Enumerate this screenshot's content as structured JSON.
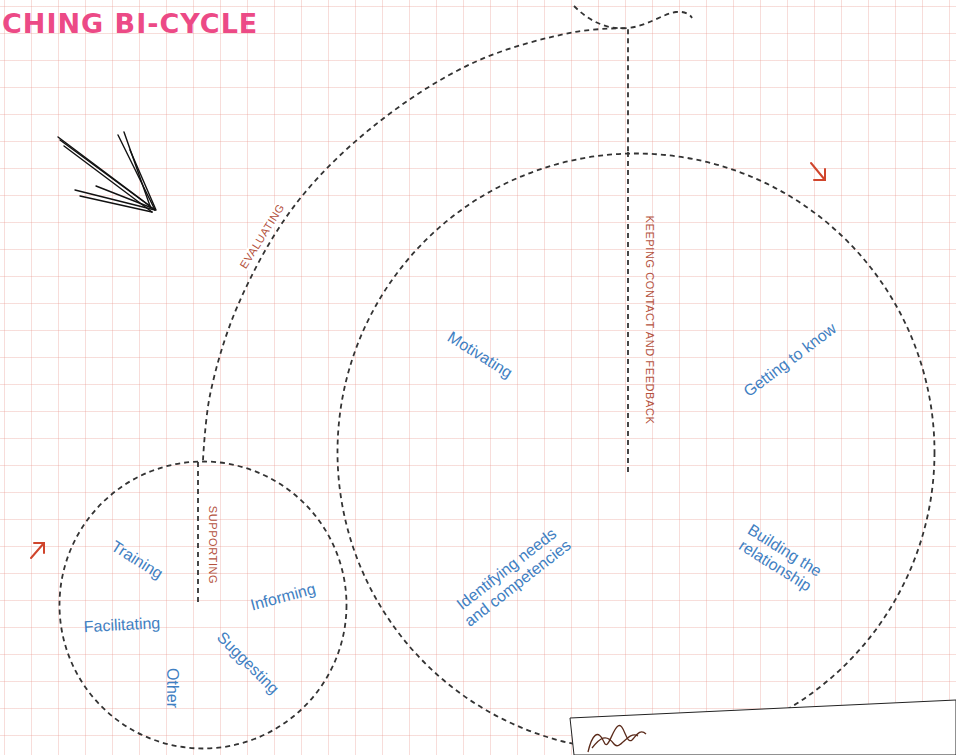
{
  "diagram": {
    "title": "CHING BI-CYCLE",
    "nodes": [
      {
        "text": [
          "Motivating",
          "Getting to know",
          "Identifying needs and competencies",
          "Building the relationship",
          "KEEPING CONTACT AND FEEDBACK"
        ]
      },
      {
        "text": [
          "SUPPORTING",
          "Training",
          "Facilitating",
          "Informing",
          "Suggesting",
          "Other"
        ]
      }
    ],
    "edges": [
      {
        "from": 1,
        "to": 0,
        "label": "EVALUATING",
        "arrow": "none"
      }
    ]
  }
}
